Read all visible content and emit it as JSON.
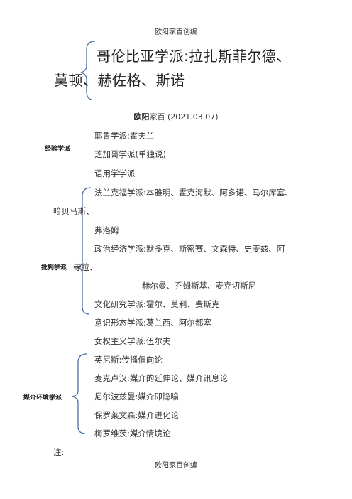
{
  "header": "欧阳家百创编",
  "footer": "欧阳家百创编",
  "title_line1": "哥伦比亚学派:拉扎斯菲尔德、",
  "title_line2": "莫顿、赫佐格、斯诺",
  "byline_bold": "欧阳",
  "byline_rest": "家百 (2021.03.07)",
  "schools": {
    "empirical": {
      "label": "经验学派",
      "items": [
        "耶鲁学派:霍夫兰",
        "芝加哥学派(单独说)",
        "语用学学派"
      ]
    },
    "critical": {
      "label": "批判学派",
      "frankfurt_a": "法兰克福学派:本雅明、霍克海默、阿多诺、马尔库塞、",
      "frankfurt_b": "哈贝马斯、",
      "frankfurt_c": "弗洛姆",
      "political_a": "政治经济学派:默多克、斯密赛、文森特、史麦兹、阿",
      "political_b": "寺拉、",
      "political_c": "赫尔曼、乔姆斯基、麦克切斯尼",
      "cultural": "文化研究学派:霍尔、莫利、费斯克",
      "ideology": "意识形态学派:葛兰西、阿尔都塞",
      "feminism": "女权主义学派:伍尔夫"
    },
    "media": {
      "label": "媒介环境学派",
      "items": [
        "英尼斯:传播偏向论",
        "麦克卢汉:媒介的延伸论、媒介讯息论",
        "尼尔波兹曼:媒介即隐喻",
        "保罗莱文森:媒介进化论",
        "梅罗维茨:媒介情境论"
      ]
    }
  },
  "note_label": "注:",
  "colors": {
    "brace": "#4a6fa5"
  }
}
